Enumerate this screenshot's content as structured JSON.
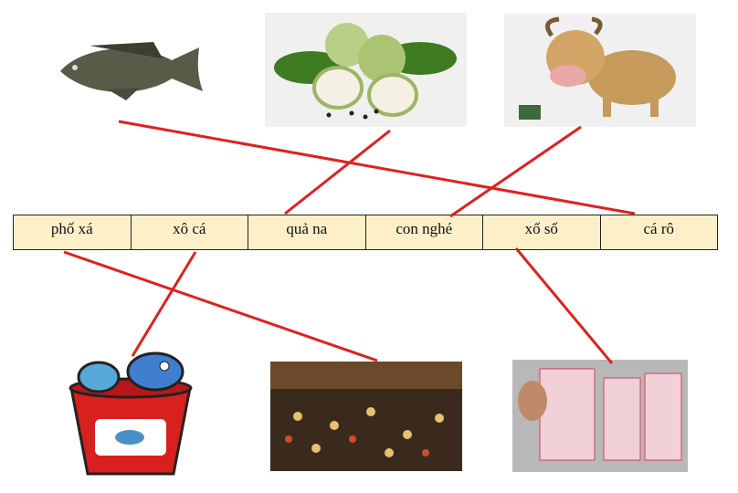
{
  "words": [
    "phố xá",
    "xô cá",
    "quả na",
    "con nghé",
    "xổ số",
    "cá rô"
  ],
  "pictures": {
    "top": [
      "fish-tilapia",
      "custard-apple",
      "buffalo-calf"
    ],
    "bottom": [
      "fish-bucket",
      "street-traffic",
      "lottery-tickets"
    ]
  },
  "line_color": "#e0201e",
  "matches": [
    {
      "picture": "fish-tilapia",
      "word": "cá rô"
    },
    {
      "picture": "custard-apple",
      "word": "quả na"
    },
    {
      "picture": "buffalo-calf",
      "word": "con nghé"
    },
    {
      "picture": "street-traffic",
      "word": "phố xá"
    },
    {
      "picture": "fish-bucket",
      "word": "xô cá"
    },
    {
      "picture": "lottery-tickets",
      "word": "xổ số"
    }
  ]
}
